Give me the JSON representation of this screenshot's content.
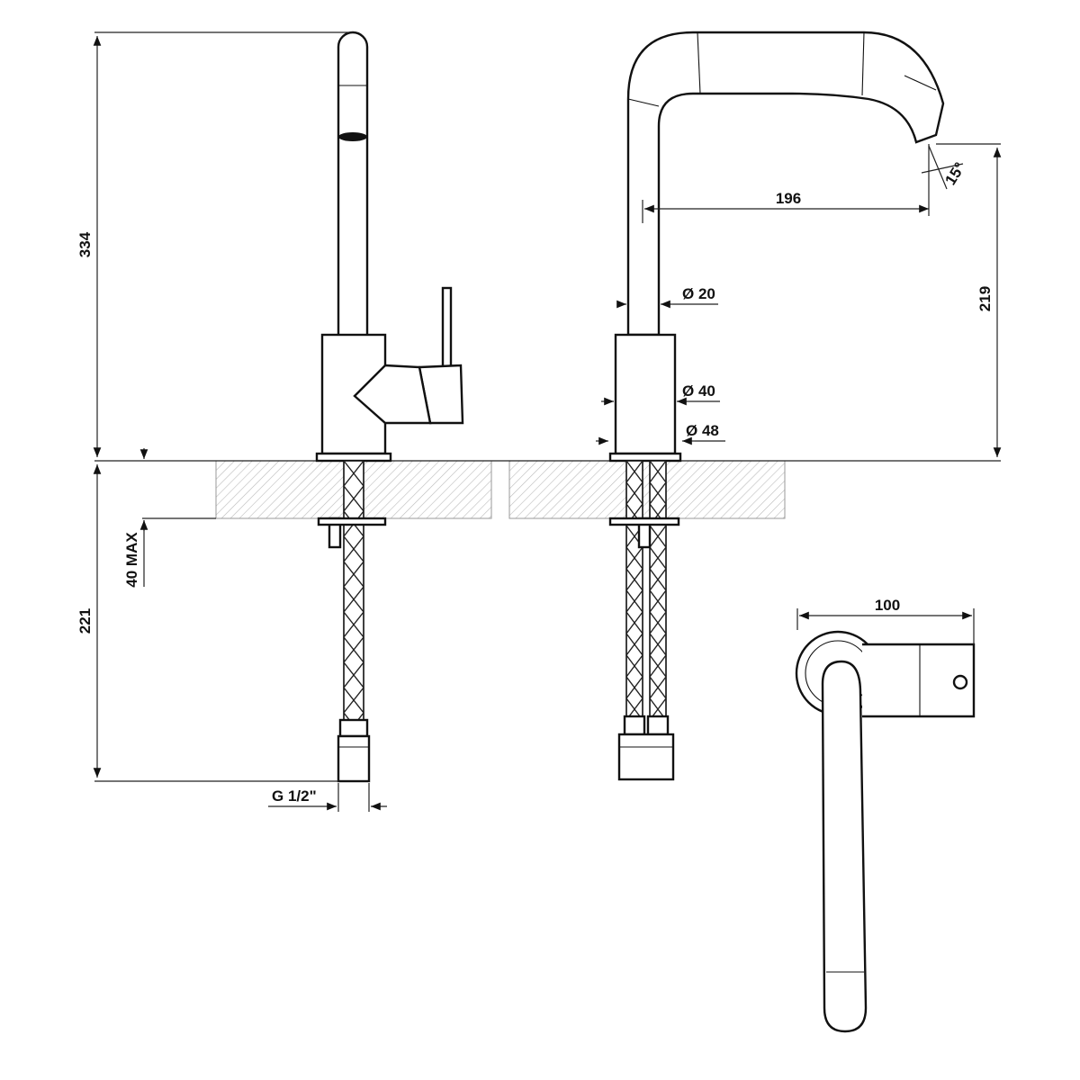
{
  "dimensions": {
    "total_height": "334",
    "spout_reach": "196",
    "spout_angle": "15°",
    "spout_height": "219",
    "spout_diameter": "Ø 20",
    "body_diameter": "Ø 40",
    "base_diameter": "Ø 48",
    "deck_thickness": "40 MAX",
    "hose_length": "221",
    "connection_thread": "G 1/2\"",
    "plan_width": "100"
  },
  "colors": {
    "line": "#111111",
    "hatch": "#bbbbbb",
    "background": "#ffffff"
  }
}
